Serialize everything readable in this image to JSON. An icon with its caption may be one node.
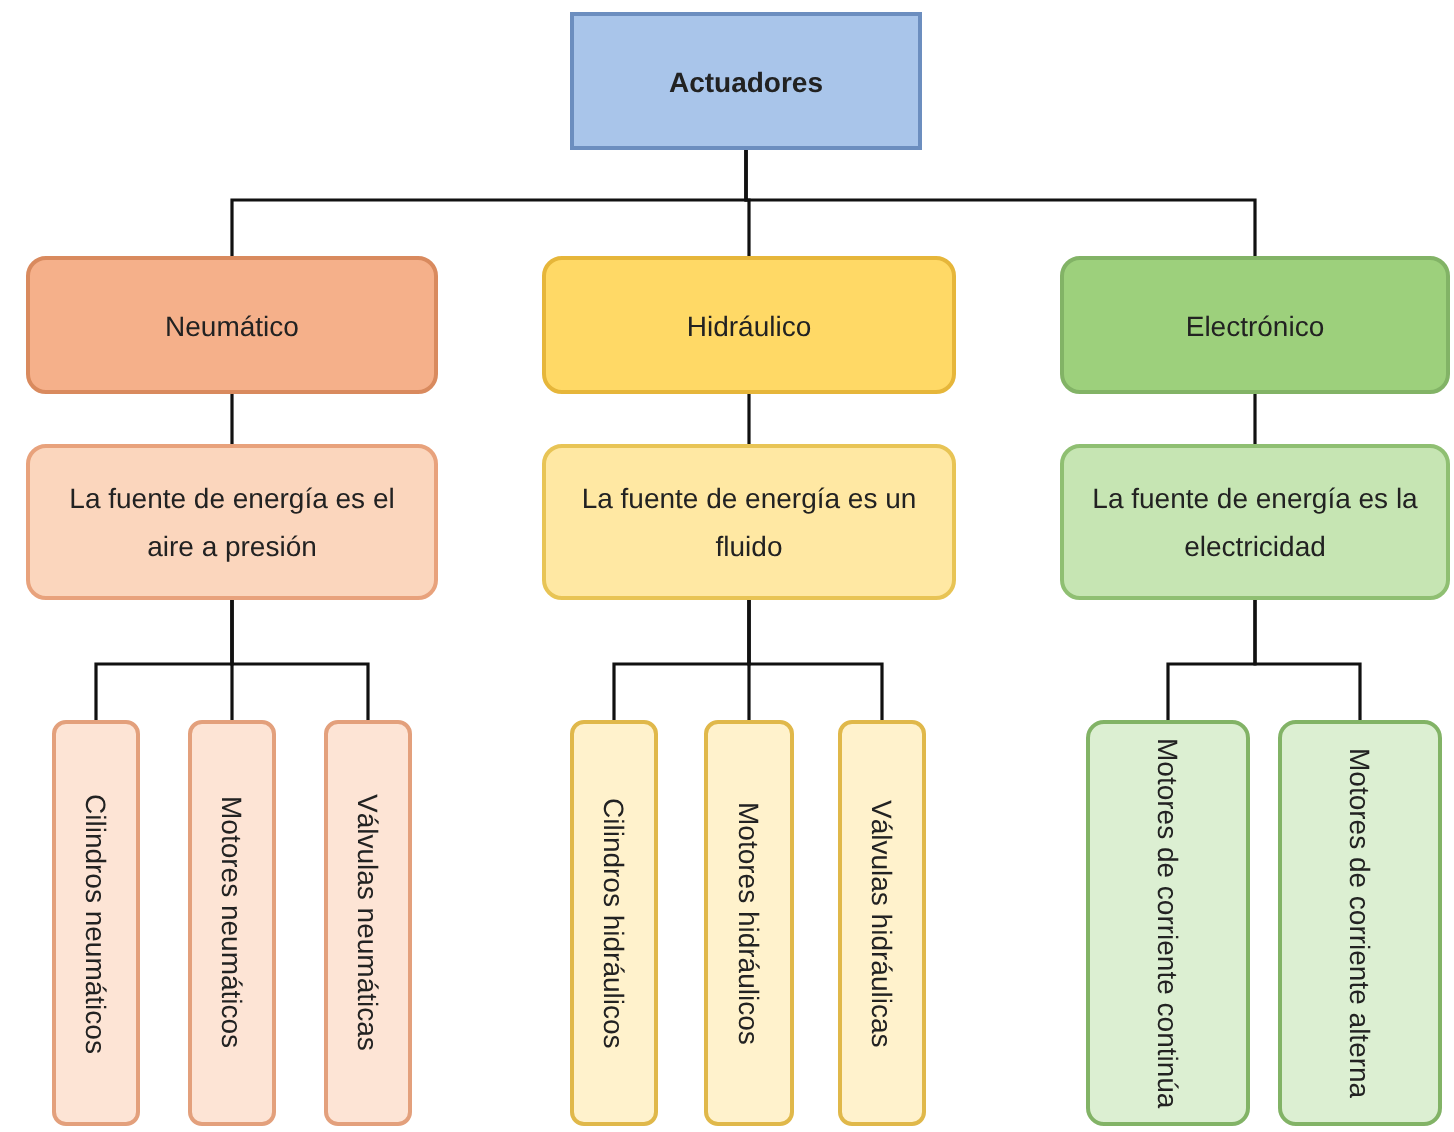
{
  "diagram": {
    "nodes": [
      {
        "text": [
          "Actuadores"
        ]
      },
      {
        "text": [
          "Neumático"
        ]
      },
      {
        "text": [
          "Hidráulico"
        ]
      },
      {
        "text": [
          "Electrónico"
        ]
      },
      {
        "text": [
          "La fuente de energía es el aire a presión"
        ]
      },
      {
        "text": [
          "La fuente de energía es un fluido"
        ]
      },
      {
        "text": [
          "La fuente de energía es la electricidad"
        ]
      },
      {
        "text": [
          "Cilindros neumáticos"
        ]
      },
      {
        "text": [
          "Motores neumáticos"
        ]
      },
      {
        "text": [
          "Válvulas neumáticas"
        ]
      },
      {
        "text": [
          "Cilindros hidráulicos"
        ]
      },
      {
        "text": [
          "Motores hidráulicos"
        ]
      },
      {
        "text": [
          "Válvulas hidráulicas"
        ]
      },
      {
        "text": [
          "Motores de corriente continúa"
        ]
      },
      {
        "text": [
          "Motores de corriente alterna"
        ]
      }
    ],
    "edges": [
      {
        "from": 0,
        "to": 1,
        "arrow": "none"
      },
      {
        "from": 0,
        "to": 2,
        "arrow": "none"
      },
      {
        "from": 0,
        "to": 3,
        "arrow": "none"
      },
      {
        "from": 1,
        "to": 4,
        "arrow": "none"
      },
      {
        "from": 2,
        "to": 5,
        "arrow": "none"
      },
      {
        "from": 3,
        "to": 6,
        "arrow": "none"
      },
      {
        "from": 4,
        "to": 7,
        "arrow": "none"
      },
      {
        "from": 4,
        "to": 8,
        "arrow": "none"
      },
      {
        "from": 4,
        "to": 9,
        "arrow": "none"
      },
      {
        "from": 5,
        "to": 10,
        "arrow": "none"
      },
      {
        "from": 5,
        "to": 11,
        "arrow": "none"
      },
      {
        "from": 5,
        "to": 12,
        "arrow": "none"
      },
      {
        "from": 6,
        "to": 13,
        "arrow": "none"
      },
      {
        "from": 6,
        "to": 14,
        "arrow": "none"
      }
    ]
  }
}
